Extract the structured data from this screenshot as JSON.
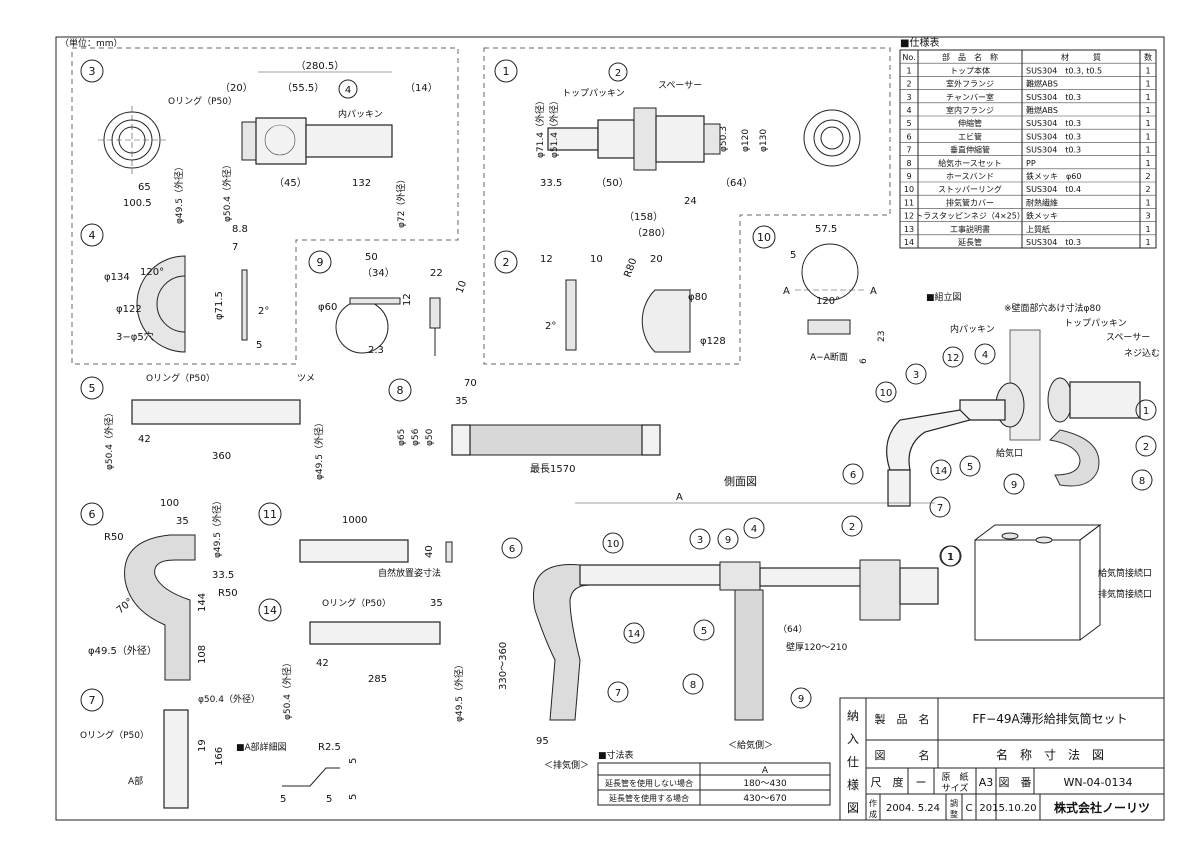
{
  "unit_label": "（単位：mm）",
  "spec_table": {
    "title": "■仕様表",
    "headers": [
      "No.",
      "部　品　名　称",
      "材　　　質",
      "数"
    ],
    "rows": [
      [
        "1",
        "トップ本体",
        "SUS304　t0.3, t0.5",
        "1"
      ],
      [
        "2",
        "室外フランジ",
        "難燃ABS",
        "1"
      ],
      [
        "3",
        "チャンバー室",
        "SUS304　t0.3",
        "1"
      ],
      [
        "4",
        "室内フランジ",
        "難燃ABS",
        "1"
      ],
      [
        "5",
        "伸縮管",
        "SUS304　t0.3",
        "1"
      ],
      [
        "6",
        "エビ管",
        "SUS304　t0.3",
        "1"
      ],
      [
        "7",
        "垂直伸縮管",
        "SUS304　t0.3",
        "1"
      ],
      [
        "8",
        "給気ホースセット",
        "PP",
        "1"
      ],
      [
        "9",
        "ホースバンド",
        "鉄メッキ　φ60",
        "2"
      ],
      [
        "10",
        "ストッパーリング",
        "SUS304　t0.4",
        "2"
      ],
      [
        "11",
        "排気管カバー",
        "耐熱繊維",
        "1"
      ],
      [
        "12",
        "トラスタッピンネジ（4×25）",
        "鉄メッキ",
        "3"
      ],
      [
        "13",
        "工事説明書",
        "上質紙",
        "1"
      ],
      [
        "14",
        "延長管",
        "SUS304　t0.3",
        "1"
      ]
    ]
  },
  "assembly": {
    "title": "■組立図",
    "wall_hole_note": "※壁面部穴あけ寸法φ80",
    "labels": {
      "inner_packing": "内パッキン",
      "top_packing": "トップパッキン",
      "spacer": "スペーサー",
      "screw_in": "ネジ込む",
      "supply_port": "給気口",
      "supply_conn": "給気筒接続口",
      "exhaust_conn": "排気筒接続口"
    }
  },
  "title_block": {
    "side_label": [
      "納",
      "入",
      "仕",
      "様",
      "図"
    ],
    "product_name_label": "製　品　名",
    "product_name": "FF−49A薄形給排気筒セット",
    "drawing_name_label": "図　　　名",
    "drawing_name": "名　称　寸　法　図",
    "scale_label": "尺　度",
    "scale_value": "ー",
    "paper_size_label": "原　紙\nサイズ",
    "paper_size": "A3",
    "drawing_no_label": "図　番",
    "drawing_no": "WN-04-0134",
    "created_label": "作成",
    "created_date": "2004. 5.24",
    "revised_label": "調整",
    "revision": "C",
    "revised_date": "2015.10.20",
    "company": "株式会社ノーリツ"
  },
  "dim_table": {
    "title": "■寸法表",
    "col_header": "A",
    "rows": [
      [
        "延長管を使用しない場合",
        "180〜430"
      ],
      [
        "延長管を使用する場合",
        "430〜670"
      ]
    ]
  },
  "detail_views": {
    "p3": {
      "num": "3",
      "oring": "Oリング（P50）",
      "d280": "（280.5）",
      "d20": "（20）",
      "d55": "（55.5）",
      "d14": "（14）",
      "packing": "内パッキン",
      "d65": "65",
      "d100": "100.5",
      "d45": "（45）",
      "d132": "132",
      "dia49": "φ49.5（外径）",
      "dia50": "φ50.4（外径）",
      "dia72": "φ72（外径）",
      "callout4": "4"
    },
    "p4": {
      "num": "4",
      "d134": "φ134",
      "d120": "120°",
      "d122": "φ122",
      "holes": "3−φ5穴",
      "d88": "8.8",
      "d7": "7",
      "d715": "φ71.5",
      "d2": "2°",
      "d5": "5"
    },
    "p9": {
      "num": "9",
      "d50": "50",
      "d34": "（34）",
      "d22": "22",
      "d12": "12",
      "d60": "φ60",
      "d10": "10",
      "d23": "2.3"
    },
    "p1": {
      "num": "1",
      "callout2": "2",
      "top_packing": "トップパッキン",
      "spacer": "スペーサー",
      "d71": "φ71.4（外径）",
      "d51": "φ51.4（外径）",
      "d503": "φ50.3",
      "d120": "φ120",
      "d130": "φ130",
      "d335": "33.5",
      "d50": "（50）",
      "d64": "（64）",
      "d24": "24",
      "d158": "（158）",
      "d280": "（280）"
    },
    "p2": {
      "num": "2",
      "d12": "12",
      "d10": "10",
      "dR80": "R80",
      "d20": "20",
      "d80": "φ80",
      "d2": "2°",
      "d128": "φ128"
    },
    "p10": {
      "num": "10",
      "d575": "57.5",
      "d5": "5",
      "a1": "A",
      "a2": "A",
      "d120": "120°",
      "section": "A−A断面",
      "d23": "23",
      "d6": "6"
    },
    "p5": {
      "num": "5",
      "oring": "Oリング（P50）",
      "tab": "ツメ",
      "d42": "42",
      "d360": "360",
      "dia50": "φ50.4（外径）",
      "dia49": "φ49.5（外径）"
    },
    "p8": {
      "num": "8",
      "d70": "70",
      "d35": "35",
      "d65": "φ65",
      "d56": "φ56",
      "d50": "φ50",
      "max": "最長1570"
    },
    "p6": {
      "num": "6",
      "d100": "100",
      "d35": "35",
      "dia49top": "φ49.5（外径）",
      "dR50a": "R50",
      "d335": "33.5",
      "d144": "144",
      "dR50b": "R50",
      "d70": "70°",
      "d108": "108",
      "dia49": "φ49.5（外径）"
    },
    "p11": {
      "num": "11",
      "d1000": "1000",
      "d40": "40",
      "note": "自然放置姿寸法"
    },
    "p14": {
      "num": "14",
      "oring": "Oリング（P50）",
      "d35": "35",
      "d42": "42",
      "d285": "285",
      "dia50": "φ50.4（外径）",
      "dia49": "φ49.5（外径）"
    },
    "p7": {
      "num": "7",
      "dia50": "φ50.4（外径）",
      "oring": "Oリング（P50）",
      "d19": "19",
      "d166": "166",
      "abu": "A部"
    },
    "detailA": {
      "title": "■A部詳細図",
      "dR25": "R2.5",
      "d5a": "5",
      "d5b": "5",
      "d5c": "5",
      "d5d": "5"
    }
  },
  "side_view": {
    "title": "側面図",
    "dimA": "A",
    "callouts": [
      "6",
      "10",
      "3",
      "9",
      "4",
      "2",
      "1",
      "14",
      "5",
      "8",
      "9",
      "7"
    ],
    "d64": "（64）",
    "wall": "壁厚120〜210",
    "d330": "330〜360",
    "d95": "95",
    "exhaust_side": "＜排気側＞",
    "supply_side": "＜給気側＞"
  },
  "assembly_callouts": [
    "3",
    "12",
    "4",
    "10",
    "1",
    "2",
    "6",
    "14",
    "5",
    "8",
    "9",
    "7",
    "1"
  ]
}
